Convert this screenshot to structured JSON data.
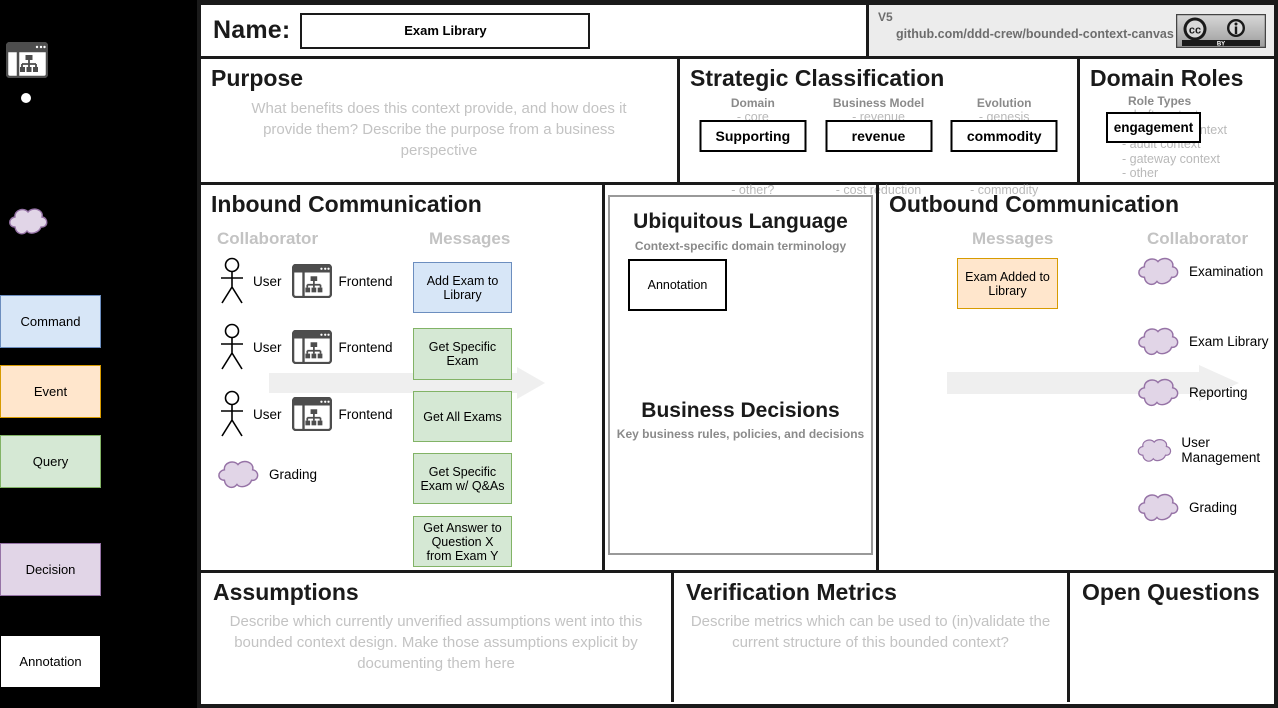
{
  "palette": {
    "items": [
      {
        "name": "frontend-icon",
        "label": ""
      },
      {
        "name": "dot",
        "label": ""
      },
      {
        "name": "cloud",
        "label": ""
      },
      {
        "name": "command",
        "label": "Command"
      },
      {
        "name": "event",
        "label": "Event"
      },
      {
        "name": "query",
        "label": "Query"
      },
      {
        "name": "decision",
        "label": "Decision"
      },
      {
        "name": "annotation",
        "label": "Annotation"
      }
    ],
    "colors": {
      "command_fill": "#d7e6f7",
      "command_stroke": "#6c8ebf",
      "event_fill": "#ffe6cc",
      "event_stroke": "#d79b00",
      "query_fill": "#d5e8d4",
      "query_stroke": "#82b366",
      "decision_fill": "#e1d5e7",
      "decision_stroke": "#9673a6",
      "annotation_fill": "#ffffff",
      "annotation_stroke": "#000000",
      "cloud_fill": "#e1d5e7",
      "cloud_stroke": "#9673a6"
    }
  },
  "header": {
    "name_label": "Name:",
    "name_value": "Exam Library",
    "version": "V5",
    "url": "github.com/ddd-crew/bounded-context-canvas",
    "license": "CC BY"
  },
  "purpose": {
    "title": "Purpose",
    "placeholder": "What benefits does this context provide, and how does it provide them? Describe the purpose from a business perspective"
  },
  "strategic": {
    "title": "Strategic Classification",
    "columns": [
      {
        "head": "Domain",
        "options_above": [
          "- core"
        ],
        "selected": "Supporting",
        "options_below": [
          "- other?"
        ]
      },
      {
        "head": "Business Model",
        "options_above": [
          "- revenue"
        ],
        "selected": "revenue",
        "options_below": [
          "- cost reduction"
        ]
      },
      {
        "head": "Evolution",
        "options_above": [
          "- genesis"
        ],
        "selected": "commodity",
        "options_below": [
          "- commodity"
        ]
      }
    ]
  },
  "roles": {
    "title": "Domain Roles",
    "head": "Role Types",
    "options": [
      "- draft context",
      "- execution context",
      "- audit context",
      "- gateway context",
      "- other"
    ],
    "selected": "engagement"
  },
  "inbound": {
    "title": "Inbound Communication",
    "col_collaborator": "Collaborator",
    "col_messages": "Messages",
    "collaborators": [
      {
        "icon": "actor-icon",
        "label": "User",
        "second_icon": "frontend-icon",
        "second_label": "Frontend"
      },
      {
        "icon": "actor-icon",
        "label": "User",
        "second_icon": "frontend-icon",
        "second_label": "Frontend"
      },
      {
        "icon": "actor-icon",
        "label": "User",
        "second_icon": "frontend-icon",
        "second_label": "Frontend"
      },
      {
        "icon": "cloud-icon",
        "label": "Grading",
        "second_icon": "",
        "second_label": ""
      }
    ],
    "messages": [
      {
        "label": "Add Exam to Library",
        "kind": "command"
      },
      {
        "label": "Get Specific Exam",
        "kind": "query"
      },
      {
        "label": "Get All Exams",
        "kind": "query"
      },
      {
        "label": "Get Specific Exam w/ Q&As",
        "kind": "query"
      },
      {
        "label": "Get Answer to Question X from Exam Y",
        "kind": "query"
      }
    ]
  },
  "ubiquitous": {
    "title": "Ubiquitous Language",
    "subtitle": "Context-specific domain terminology",
    "annotation": "Annotation",
    "decisions_title": "Business Decisions",
    "decisions_subtitle": "Key business rules, policies, and decisions"
  },
  "outbound": {
    "title": "Outbound Communication",
    "col_messages": "Messages",
    "col_collaborator": "Collaborator",
    "messages": [
      {
        "label": "Exam Added to Library",
        "kind": "event"
      }
    ],
    "collaborators": [
      {
        "icon": "cloud-icon",
        "label": "Examination"
      },
      {
        "icon": "cloud-icon",
        "label": "Exam Library"
      },
      {
        "icon": "cloud-icon",
        "label": "Reporting"
      },
      {
        "icon": "cloud-icon",
        "label": "User Management"
      },
      {
        "icon": "cloud-icon",
        "label": "Grading"
      }
    ]
  },
  "assumptions": {
    "title": "Assumptions",
    "placeholder": "Describe which currently unverified assumptions went into this bounded context design. Make those assumptions explicit by documenting them here"
  },
  "metrics": {
    "title": "Verification Metrics",
    "placeholder": "Describe metrics which can be used to (in)validate the current structure of this bounded context?"
  },
  "open_questions": {
    "title": "Open Questions",
    "placeholder": ""
  }
}
